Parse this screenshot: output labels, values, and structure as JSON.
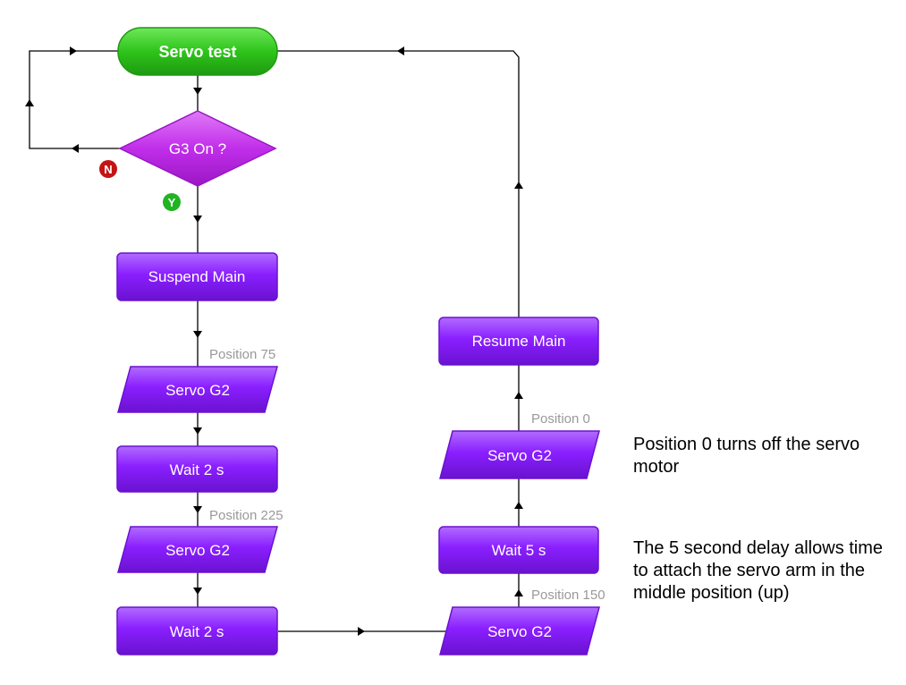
{
  "colors": {
    "start_fill": "#2ec41a",
    "start_stroke": "#1f9a12",
    "block_fill": "#8a1fff",
    "block_stroke": "#6a12d0",
    "decision_fill": "#c12eea",
    "decision_stroke": "#9a17c4",
    "line": "#000000",
    "param_text": "#999999",
    "yes_badge": "#22b322",
    "no_badge": "#c41414"
  },
  "nodes": {
    "start": {
      "label": "Servo test"
    },
    "decision": {
      "label": "G3 On ?",
      "yes_label": "Y",
      "no_label": "N"
    },
    "suspend": {
      "label": "Suspend Main"
    },
    "servo1": {
      "label": "Servo G2",
      "param": "Position 75"
    },
    "wait1": {
      "label": "Wait 2 s"
    },
    "servo2": {
      "label": "Servo G2",
      "param": "Position 225"
    },
    "wait2": {
      "label": "Wait 2 s"
    },
    "servo3": {
      "label": "Servo G2",
      "param": "Position 150"
    },
    "wait3": {
      "label": "Wait 5 s"
    },
    "servo4": {
      "label": "Servo G2",
      "param": "Position 0"
    },
    "resume": {
      "label": "Resume Main"
    }
  },
  "notes": {
    "note1": "Position 0 turns off the servo motor",
    "note2": "The 5 second delay allows time to attach the servo arm in the middle position (up)"
  }
}
